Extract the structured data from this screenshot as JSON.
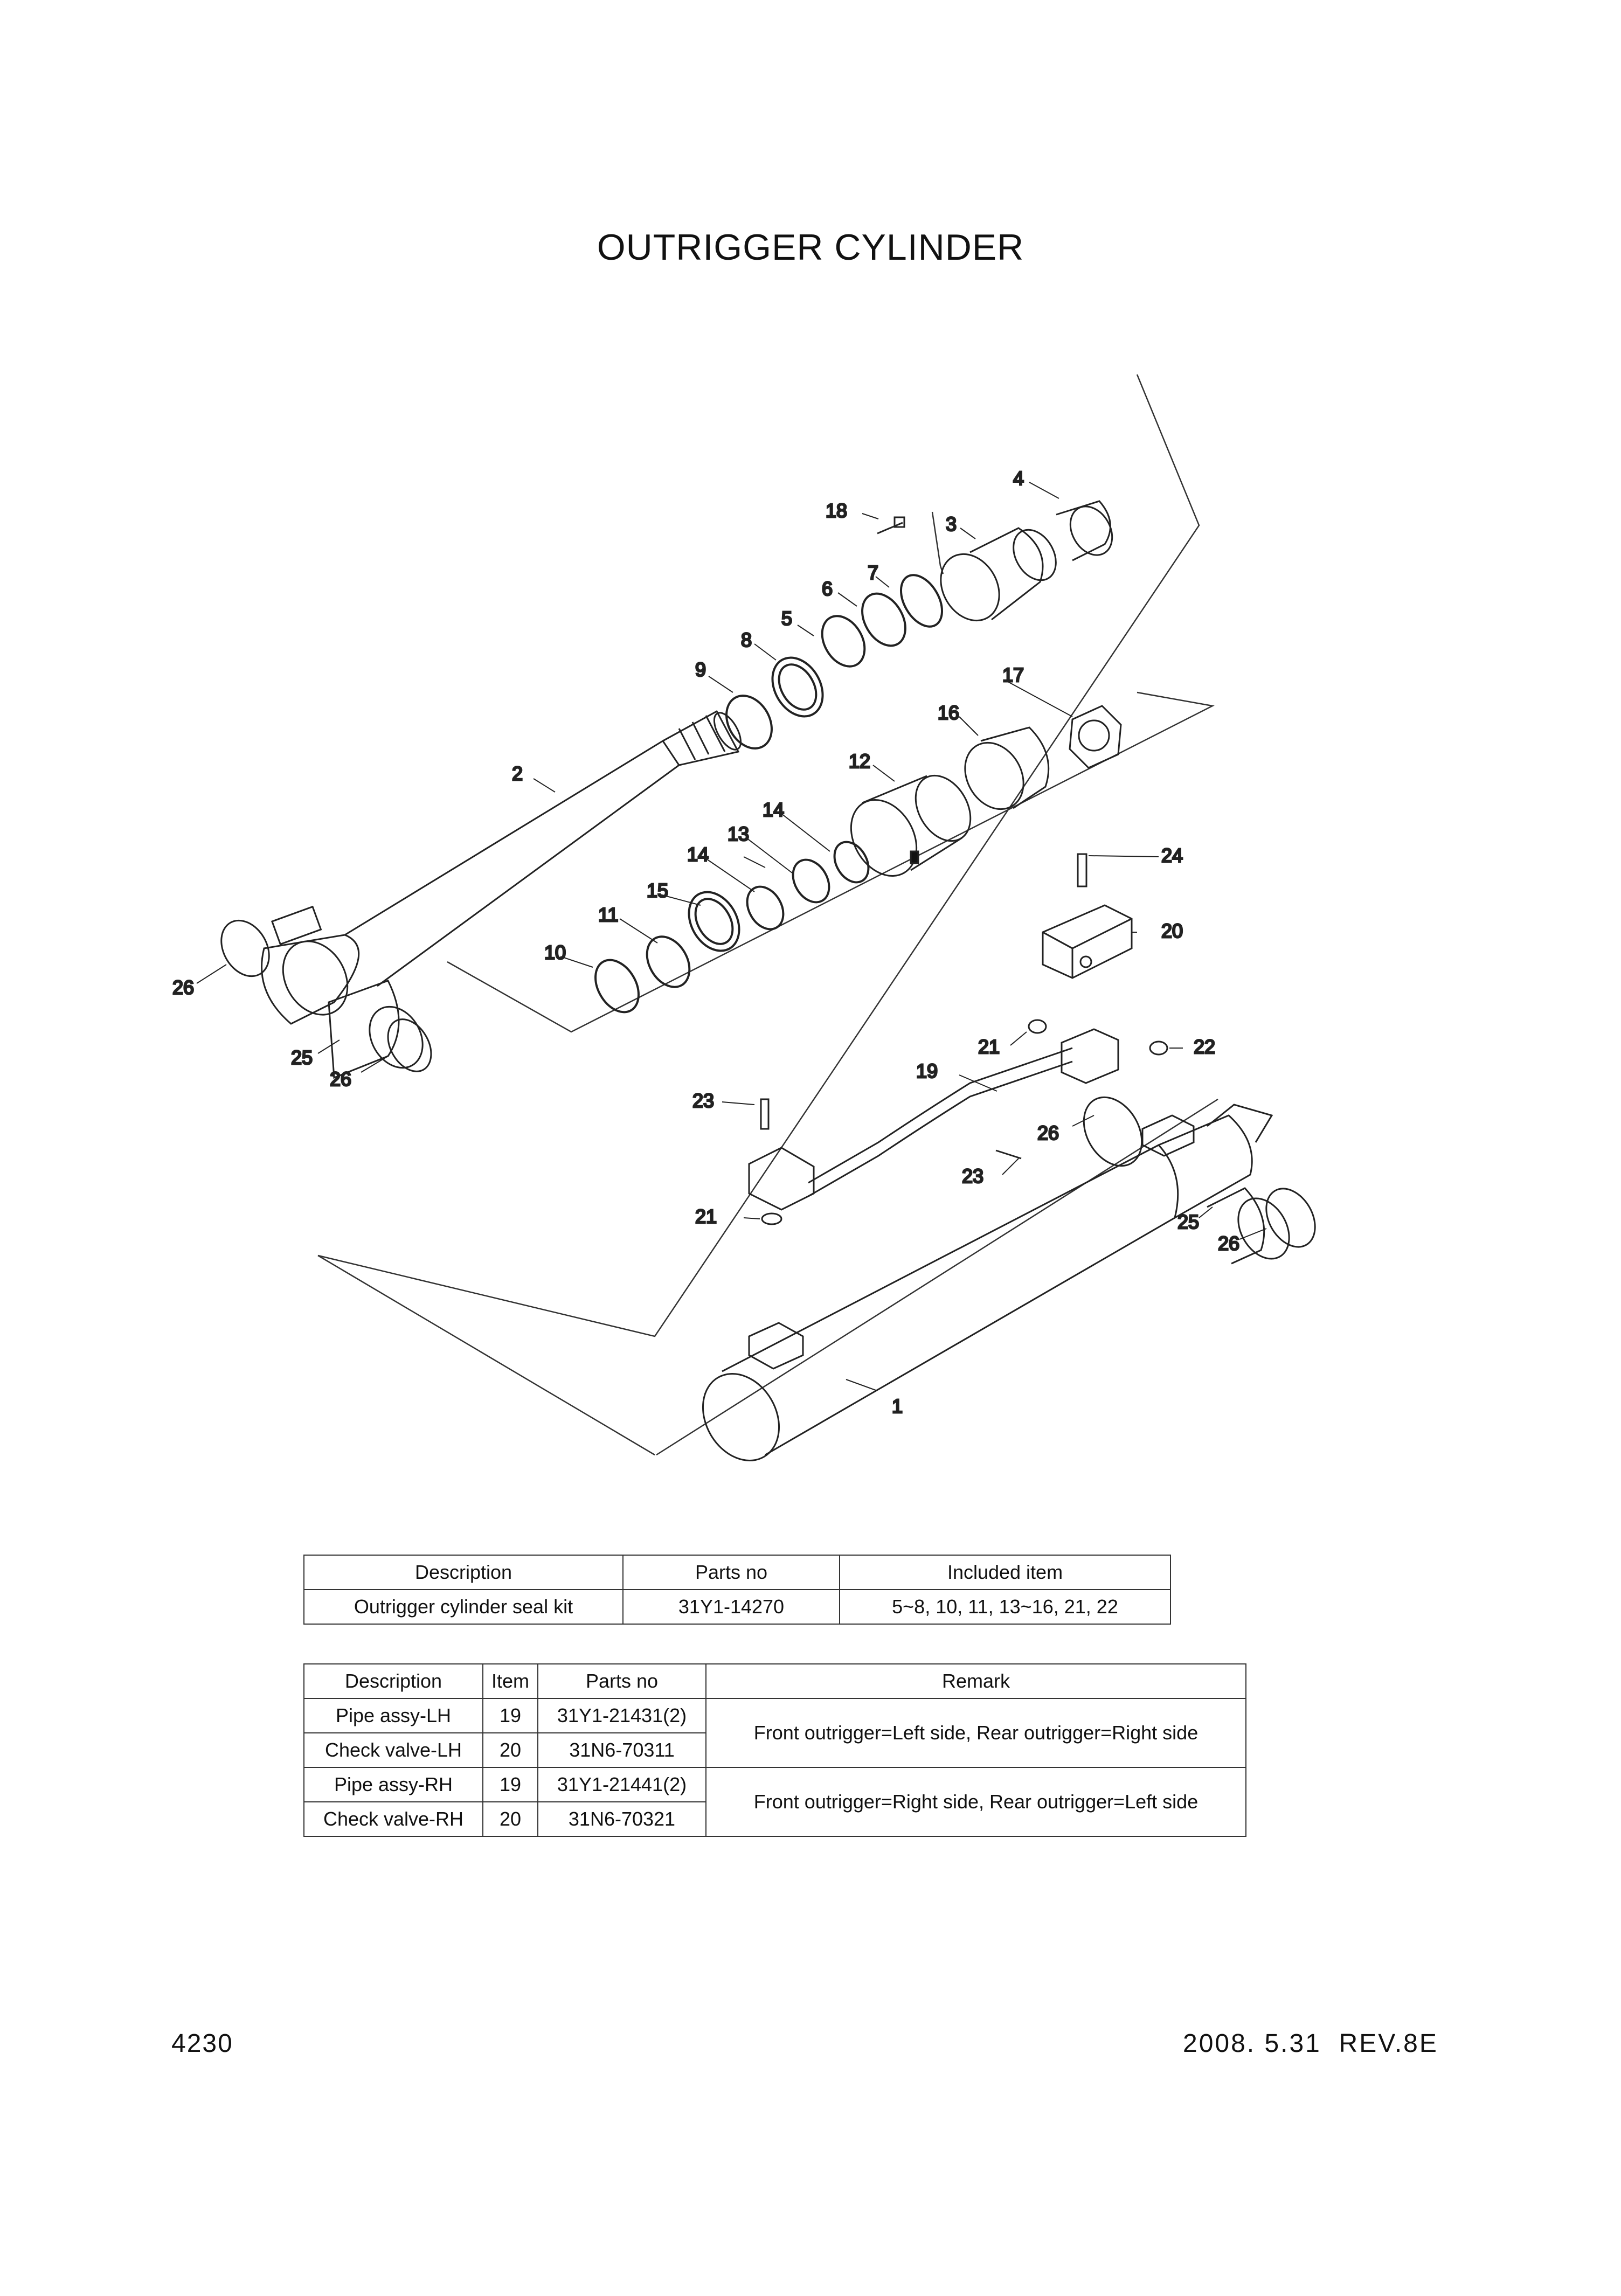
{
  "title": "OUTRIGGER CYLINDER",
  "callouts": [
    "1",
    "2",
    "3",
    "4",
    "5",
    "6",
    "7",
    "8",
    "9",
    "10",
    "11",
    "12",
    "13",
    "14",
    "14",
    "15",
    "16",
    "17",
    "18",
    "19",
    "20",
    "21",
    "21",
    "22",
    "23",
    "23",
    "24",
    "25",
    "25",
    "26",
    "26",
    "26",
    "26"
  ],
  "seal_kit_table": {
    "headers": [
      "Description",
      "Parts no",
      "Included item"
    ],
    "rows": [
      [
        "Outrigger cylinder seal kit",
        "31Y1-14270",
        "5~8, 10, 11, 13~16, 21, 22"
      ]
    ]
  },
  "variant_table": {
    "headers": [
      "Description",
      "Item",
      "Parts no",
      "Remark"
    ],
    "rows": [
      [
        "Pipe assy-LH",
        "19",
        "31Y1-21431(2)"
      ],
      [
        "Check valve-LH",
        "20",
        "31N6-70311"
      ],
      [
        "Pipe assy-RH",
        "19",
        "31Y1-21441(2)"
      ],
      [
        "Check valve-RH",
        "20",
        "31N6-70321"
      ]
    ],
    "remarks": [
      "Front outrigger=Left side, Rear outrigger=Right side",
      "Front outrigger=Right side, Rear outrigger=Left side"
    ]
  },
  "footer": {
    "page_number": "4230",
    "revision": "2008. 5.31  REV.8E"
  }
}
